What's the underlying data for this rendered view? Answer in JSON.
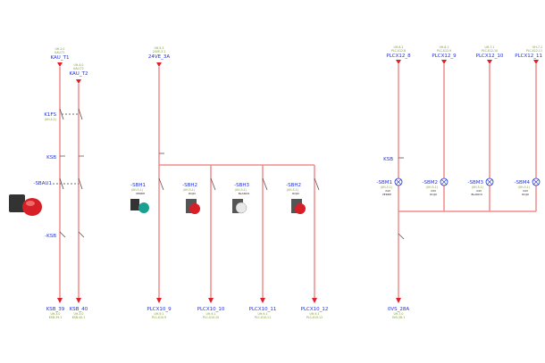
{
  "left": {
    "top_refs": [
      {
        "label": "KAU_T1",
        "ref1": "UH-2.0",
        "ref2": "KAU-T1"
      },
      {
        "label": "KAU_T2",
        "ref1": "UH-4.0",
        "ref2": "KAU-T2"
      }
    ],
    "devices": {
      "k1fs": "K1FS",
      "k1fs_ref": "(UH-4.1)",
      "ksb": "KSB",
      "sbau": "-SBAU1",
      "ksb2": "-KSB"
    },
    "bottom_refs": [
      {
        "label": "KSB_39",
        "ref1": "UH-3.0",
        "ref2": "KSB-39.1"
      },
      {
        "label": "KSB_40",
        "ref1": "UH-3.0",
        "ref2": "KSB-40.1"
      }
    ]
  },
  "middle": {
    "top_ref": {
      "label": "24VE_3A",
      "ref1": "UH-5.3",
      "ref2": "24VE-3.1"
    },
    "switches": [
      {
        "label": "-SBH1",
        "ref": "(UH-5.1)",
        "color": "VERDE"
      },
      {
        "label": "-SBH2",
        "ref": "(UH-5.1)",
        "color": "ROJO"
      },
      {
        "label": "-SBH3",
        "ref": "(UH-5.1)",
        "color": "BLANCO"
      },
      {
        "label": "-SBH2",
        "ref": "(UH-5.1)",
        "color": "ROJO"
      }
    ],
    "bottom_refs": [
      {
        "label": "PLCX10_9",
        "ref1": "UH-9.1",
        "ref2": "PLC-X10.9"
      },
      {
        "label": "PLCX10_10",
        "ref1": "UH-9.1",
        "ref2": "PLC-X10.10"
      },
      {
        "label": "PLCX10_11",
        "ref1": "UH-9.1",
        "ref2": "PLC-X10.11"
      },
      {
        "label": "PLCX10_12",
        "ref1": "UH-9.1",
        "ref2": "PLC-X10.12"
      }
    ]
  },
  "right": {
    "top_refs": [
      {
        "label": "PLCX12_8",
        "ref1": "UH-8.1",
        "ref2": "PLC-X12.8"
      },
      {
        "label": "PLCX12_9",
        "ref1": "UH-8.1",
        "ref2": "PLC-X12.9"
      },
      {
        "label": "PLCX12_10",
        "ref1": "UH-7.1",
        "ref2": "PLC-X12.10"
      },
      {
        "label": "PLCX12_11",
        "ref1": "UH-7.1",
        "ref2": "PLC-X12.11"
      }
    ],
    "ksb": "KSB",
    "lamps": [
      {
        "label": "-SBM1",
        "ref": "(UH-5.1)",
        "volt": "24V",
        "color": "VERDE"
      },
      {
        "label": "-SBM2",
        "ref": "(UH-5.1)",
        "volt": "24V",
        "color": "ROJO"
      },
      {
        "label": "-SBM3",
        "ref": "(UH-5.1)",
        "volt": "24V",
        "color": "BLANCO"
      },
      {
        "label": "-SBM4",
        "ref": "(UH-5.1)",
        "volt": "24V",
        "color": "ROJO"
      }
    ],
    "bottom_ref": {
      "label": "0VS_28A",
      "ref1": "UH-7.0",
      "ref2": "0VS-28.1"
    }
  }
}
